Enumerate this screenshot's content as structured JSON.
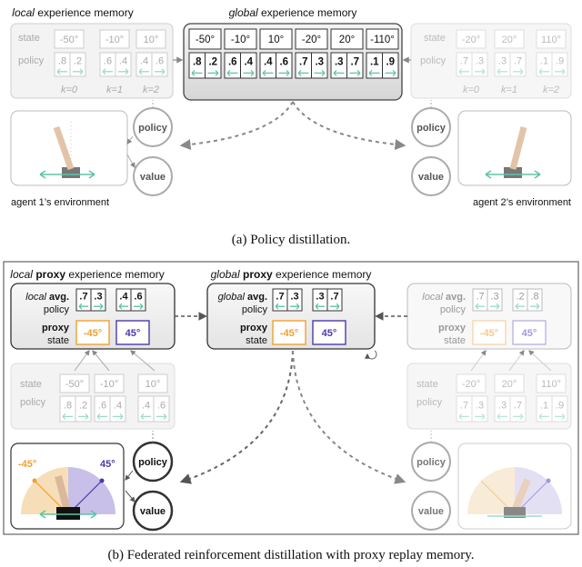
{
  "captions": {
    "a": "(a)  Policy distillation.",
    "b": "(b)  Federated reinforcement distillation with proxy replay memory."
  },
  "panel_a": {
    "local_title_italic": "local",
    "local_title_rest": "experience memory",
    "global_title_italic": "global",
    "global_title_rest": "experience memory",
    "row_state": "state",
    "row_policy": "policy",
    "local1_states": [
      "-50°",
      "-10°",
      "10°"
    ],
    "local1_policies": [
      [
        ".8",
        ".2"
      ],
      [
        ".6",
        ".4"
      ],
      [
        ".4",
        ".6"
      ]
    ],
    "k_labels": [
      "k=0",
      "k=1",
      "k=2"
    ],
    "global_states": [
      "-50°",
      "-10°",
      "10°",
      "-20°",
      "20°",
      "-110°"
    ],
    "global_policies": [
      [
        ".8",
        ".2"
      ],
      [
        ".6",
        ".4"
      ],
      [
        ".4",
        ".6"
      ],
      [
        ".7",
        ".3"
      ],
      [
        ".3",
        ".7"
      ],
      [
        ".1",
        ".9"
      ]
    ],
    "local2_states": [
      "-20°",
      "20°",
      "110°"
    ],
    "local2_policies": [
      [
        ".7",
        ".3"
      ],
      [
        ".3",
        ".7"
      ],
      [
        ".1",
        ".9"
      ]
    ],
    "policy_label": "policy",
    "value_label": "value",
    "env1_label": "agent 1’s environment",
    "env2_label": "agent 2’s environment"
  },
  "panel_b": {
    "local_title_italic": "local",
    "local_title_bold": "proxy",
    "local_title_rest": "experience memory",
    "global_title_italic": "global",
    "global_title_bold": "proxy",
    "global_title_rest": "experience memory",
    "local_avg_italic": "local",
    "local_avg_bold": "avg.",
    "global_avg_italic": "global",
    "global_avg_bold": "avg.",
    "avg_policy": "policy",
    "proxy_bold": "proxy",
    "proxy_state": "state",
    "avg_pairs": [
      [
        ".7",
        ".3"
      ],
      [
        ".4",
        ".6"
      ]
    ],
    "global_avg_pairs": [
      [
        ".7",
        ".3"
      ],
      [
        ".3",
        ".7"
      ]
    ],
    "right_avg_pairs": [
      [
        ".7",
        ".3"
      ],
      [
        ".2",
        ".8"
      ]
    ],
    "proxy_states": [
      "-45°",
      "45°"
    ],
    "row_state": "state",
    "row_policy": "policy",
    "local1_states": [
      "-50°",
      "-10°",
      "10°"
    ],
    "local1_policies": [
      [
        ".8",
        ".2"
      ],
      [
        ".6",
        ".4"
      ],
      [
        ".4",
        ".6"
      ]
    ],
    "local2_states": [
      "-20°",
      "20°",
      "110°"
    ],
    "local2_policies": [
      [
        ".7",
        ".3"
      ],
      [
        ".3",
        ".7"
      ],
      [
        ".1",
        ".9"
      ]
    ],
    "policy_label": "policy",
    "value_label": "value",
    "angle_neg": "-45°",
    "angle_pos": "45°"
  },
  "colors": {
    "teal": "#5ec4a8",
    "orange": "#f0a030",
    "purple": "#4a3aa8",
    "pole": "#e2c4a8"
  }
}
